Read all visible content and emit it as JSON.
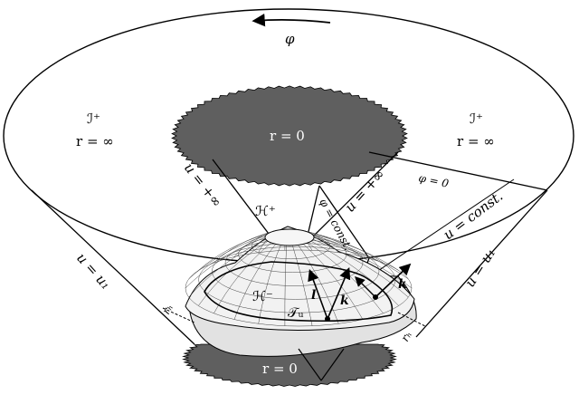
{
  "labels": {
    "phi_top": "φ",
    "scri_left": "ℐ⁺",
    "r_inf_left": "r = ∞",
    "scri_right": "ℐ⁺",
    "r_inf_right": "r = ∞",
    "r_zero_top": "r = 0",
    "r_zero_bottom": "r = 0",
    "u_plus_inf_left": "u = +∞",
    "u_plus_inf_right": "u = +∞",
    "phi_zero": "φ = 0",
    "u_const_right": "u = const.",
    "phi_const": "φ = const.",
    "H_plus": "ℋ⁺",
    "H_minus": "ℋ⁻",
    "u_u1_left": "u = u₁",
    "u_u1_right": "u = u₁",
    "T_u": "𝒯ᵤ",
    "vec_l": "l",
    "vec_k": "k",
    "vec_k_right": "k",
    "r_h_left": "rₕ",
    "r_h_right": "rₕ"
  },
  "colors": {
    "singularity_fill": "#5f5f5f",
    "surface_fill": "#eeeeee",
    "stroke": "#000000"
  }
}
